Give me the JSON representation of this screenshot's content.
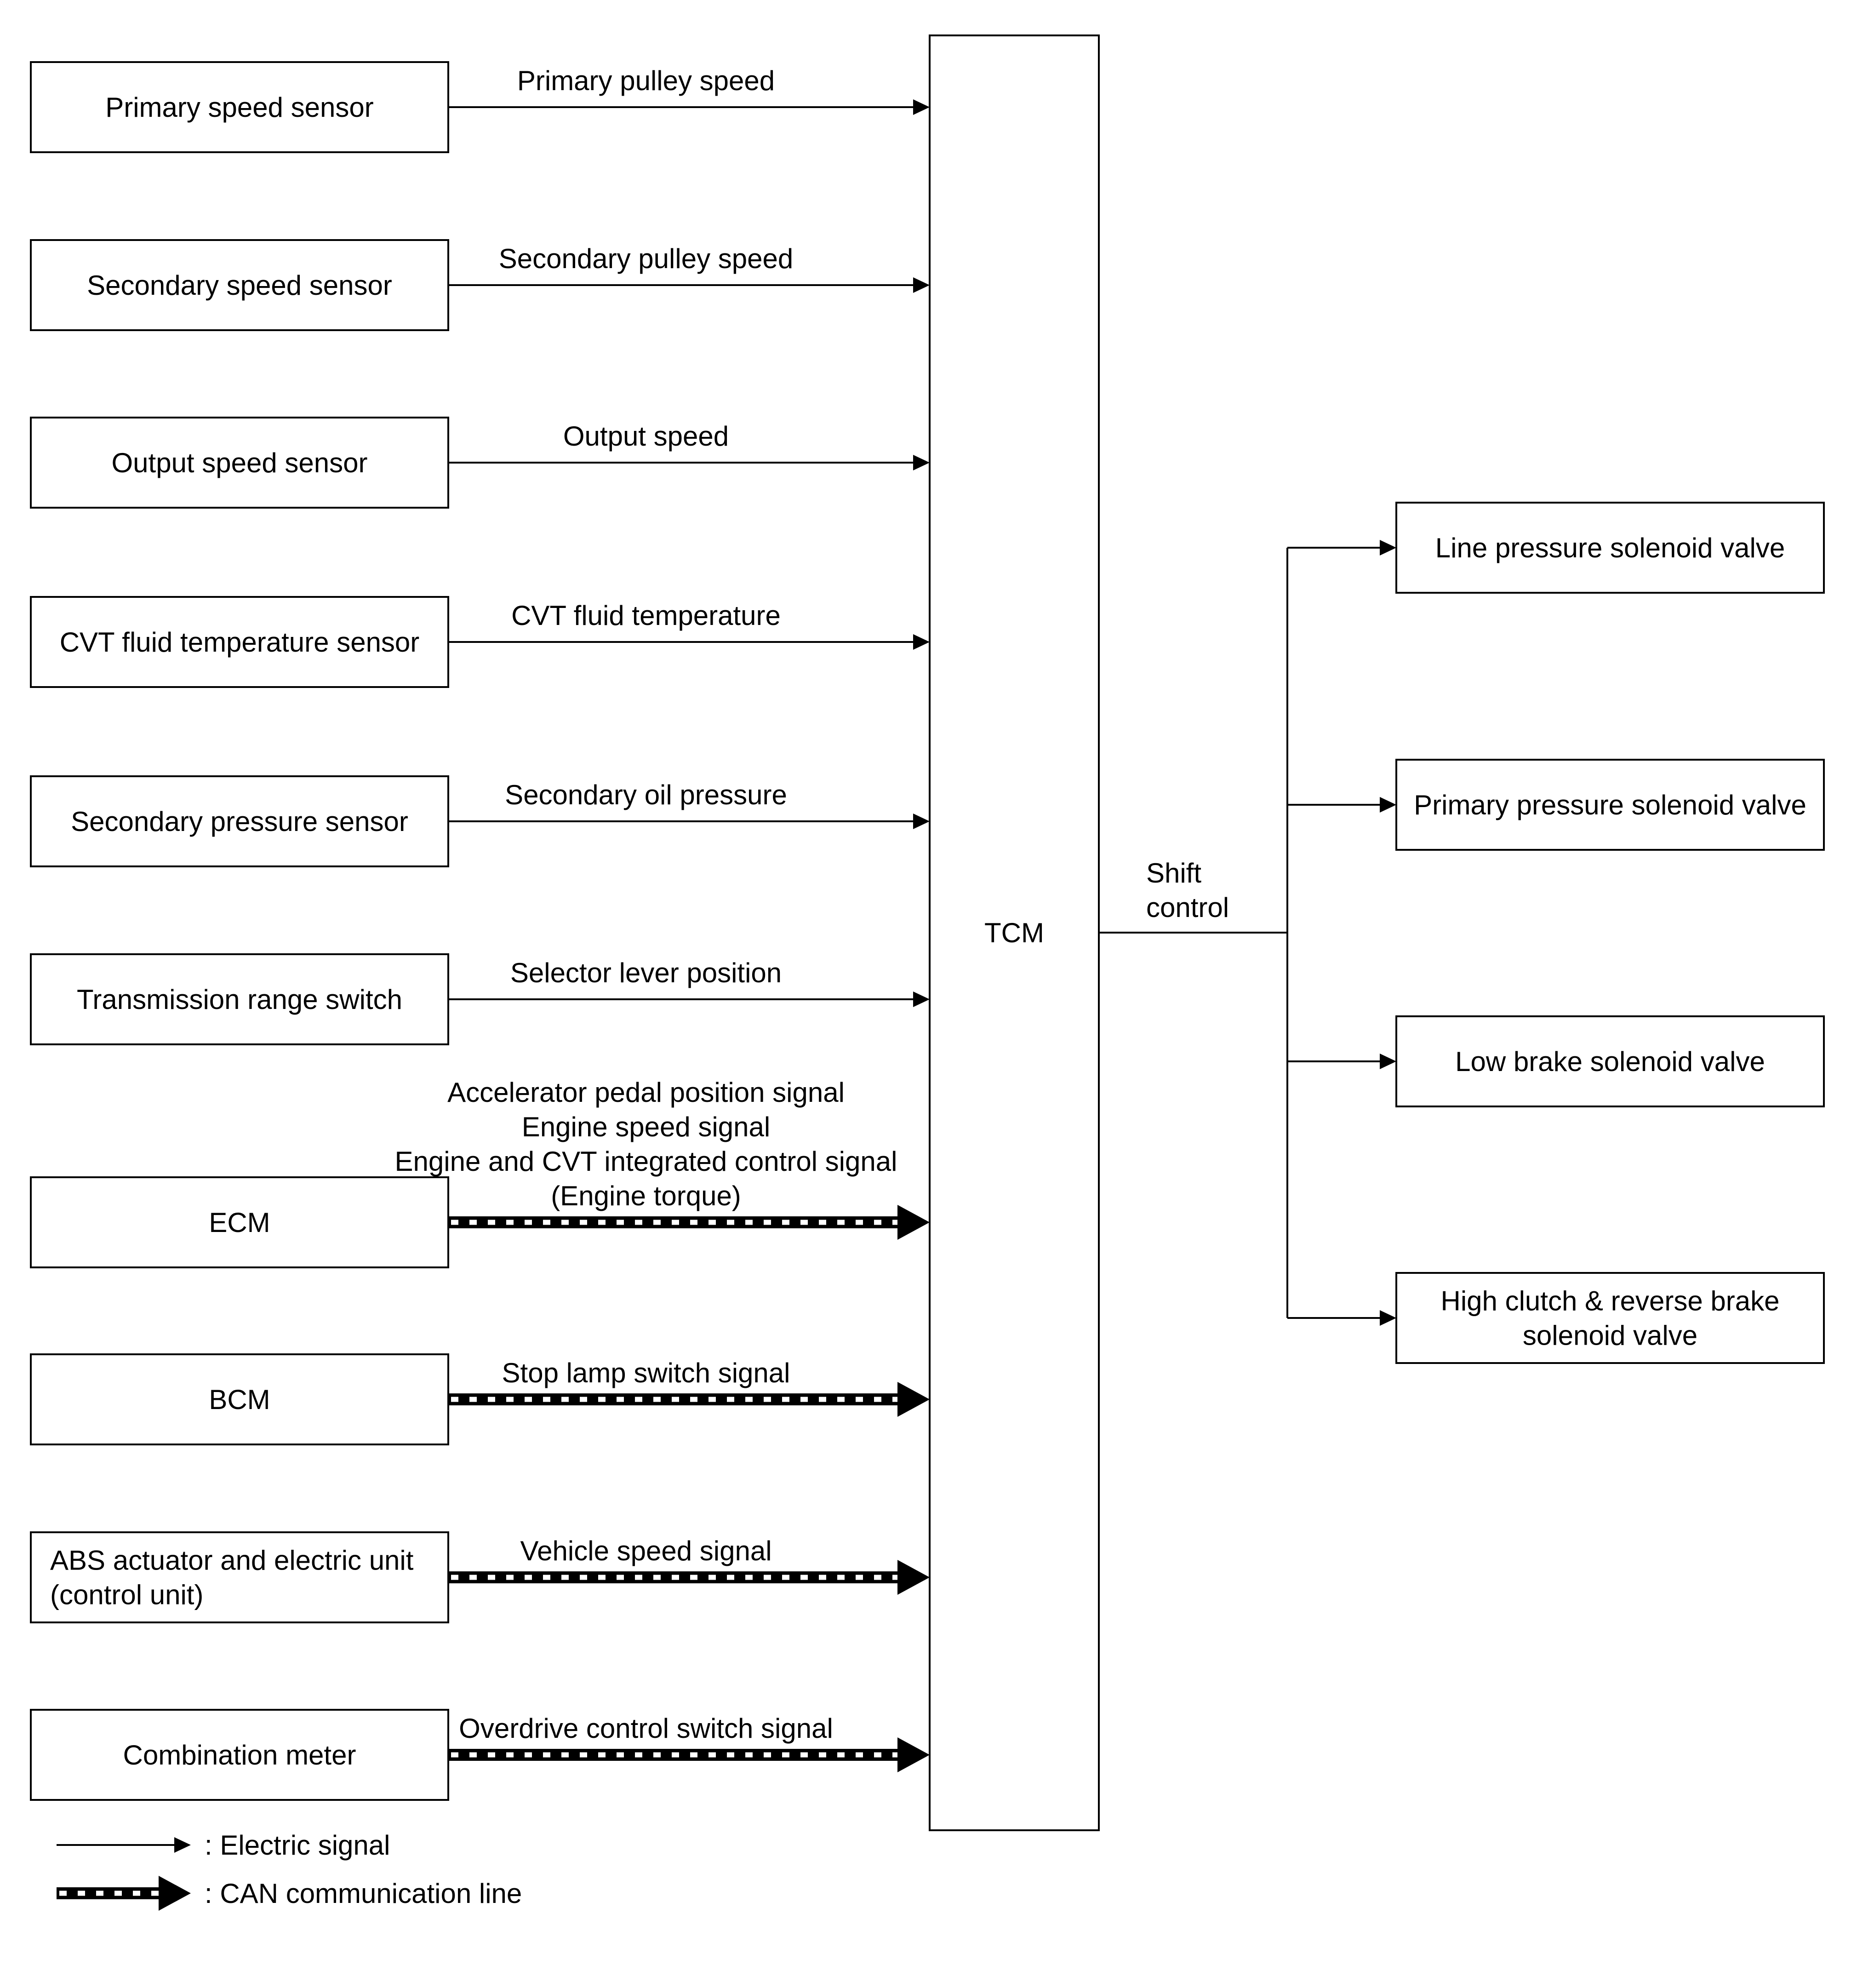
{
  "inputs": [
    {
      "box": [
        "Primary speed sensor"
      ],
      "signal": [
        "Primary pulley speed"
      ],
      "kind": "electric"
    },
    {
      "box": [
        "Secondary speed sensor"
      ],
      "signal": [
        "Secondary pulley speed"
      ],
      "kind": "electric"
    },
    {
      "box": [
        "Output speed sensor"
      ],
      "signal": [
        "Output speed"
      ],
      "kind": "electric"
    },
    {
      "box": [
        "CVT fluid temperature sensor"
      ],
      "signal": [
        "CVT fluid temperature"
      ],
      "kind": "electric"
    },
    {
      "box": [
        "Secondary pressure sensor"
      ],
      "signal": [
        "Secondary oil pressure"
      ],
      "kind": "electric"
    },
    {
      "box": [
        "Transmission range switch"
      ],
      "signal": [
        "Selector lever position"
      ],
      "kind": "electric"
    },
    {
      "box": [
        "ECM"
      ],
      "signal": [
        "Accelerator pedal position signal",
        "Engine speed signal",
        "Engine and CVT integrated control signal",
        "(Engine torque)"
      ],
      "kind": "can"
    },
    {
      "box": [
        "BCM"
      ],
      "signal": [
        "Stop lamp switch signal"
      ],
      "kind": "can"
    },
    {
      "box": [
        "ABS actuator and electric unit",
        "(control unit)"
      ],
      "signal": [
        "Vehicle speed signal"
      ],
      "kind": "can"
    },
    {
      "box": [
        "Combination meter"
      ],
      "signal": [
        "Overdrive control switch signal"
      ],
      "kind": "can"
    }
  ],
  "controller": {
    "label": "TCM"
  },
  "output_signal": {
    "lines": [
      "Shift",
      "control"
    ]
  },
  "outputs": [
    {
      "lines": [
        "Line pressure solenoid valve"
      ]
    },
    {
      "lines": [
        "Primary pressure solenoid valve"
      ]
    },
    {
      "lines": [
        "Low brake solenoid valve"
      ]
    },
    {
      "lines": [
        "High clutch & reverse brake",
        "solenoid valve"
      ]
    }
  ],
  "legend": [
    {
      "kind": "electric",
      "label": ": Electric signal"
    },
    {
      "kind": "can",
      "label": ": CAN communication line"
    }
  ]
}
